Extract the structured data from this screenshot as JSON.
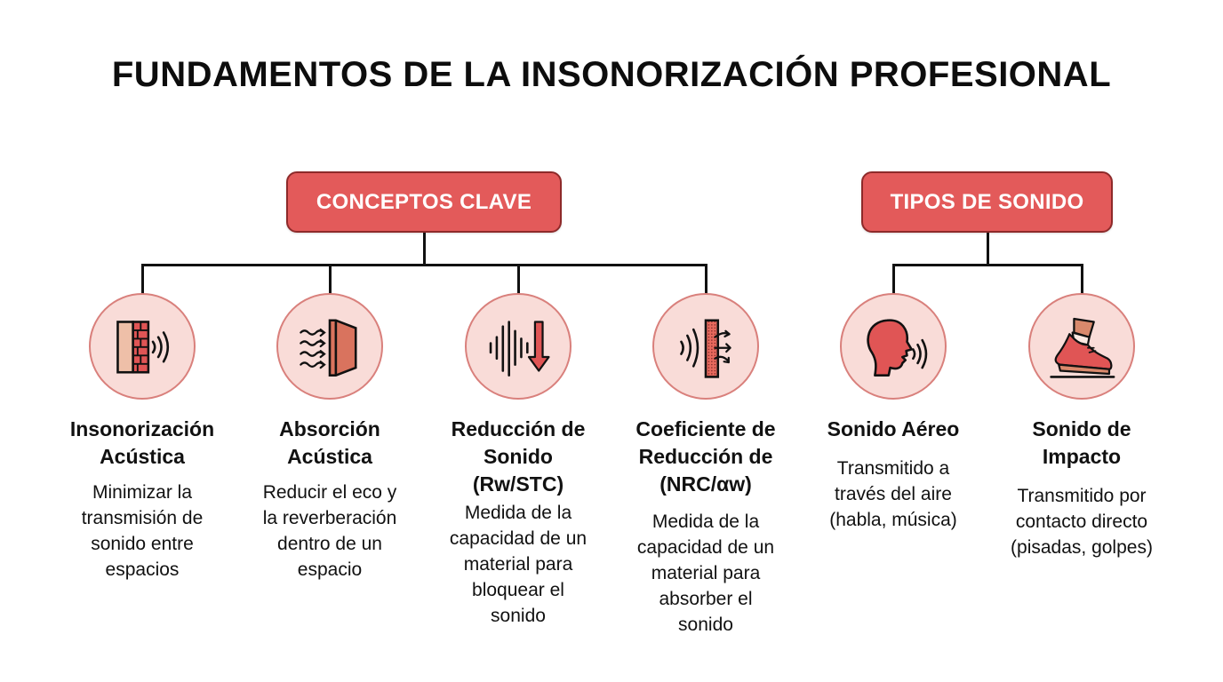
{
  "title": "FUNDAMENTOS DE LA INSONORIZACIÓN PROFESIONAL",
  "colors": {
    "category_box_fill": "#e35a5a",
    "category_box_border": "#8e2a2a",
    "circle_fill": "#f9dcd8",
    "circle_border": "#d9807c",
    "icon_red": "#e05555",
    "connector": "#111111"
  },
  "categories": [
    {
      "label": "CONCEPTOS CLAVE",
      "items": [
        {
          "icon": "brick-wall-sound-waves-icon",
          "heading": "Insonorización Acústica",
          "heading_lines": [
            "Insonorización",
            "Acústica"
          ],
          "description_lines": [
            "Minimizar la",
            "transmisión de",
            "sonido entre",
            "espacios"
          ]
        },
        {
          "icon": "wavy-arrows-panel-icon",
          "heading": "Absorción Acústica",
          "heading_lines": [
            "Absorción",
            "Acústica"
          ],
          "description_lines": [
            "Reducir el eco y",
            "la reverberación",
            "dentro de un",
            "espacio"
          ]
        },
        {
          "icon": "sound-wave-down-arrow-icon",
          "heading": "Reducción de Sonido (Rw/STC)",
          "heading_lines": [
            "Reducción de",
            "Sonido",
            "(Rw/STC)"
          ],
          "description_lines": [
            "Medida de la",
            "capacidad de un",
            "material para",
            "bloquear el",
            "sonido"
          ]
        },
        {
          "icon": "porous-panel-absorption-icon",
          "heading": "Coeficiente de Reducción de (NRC/αw)",
          "heading_lines": [
            "Coeficiente de",
            "Reducción de",
            "(NRC/αw)"
          ],
          "description_lines": [
            "Medida de la",
            "capacidad de un",
            "material para",
            "absorber el",
            "sonido"
          ]
        }
      ]
    },
    {
      "label": "TIPOS DE SONIDO",
      "items": [
        {
          "icon": "speaking-head-icon",
          "heading": "Sonido Aéreo",
          "heading_lines": [
            "Sonido Aéreo"
          ],
          "description_lines": [
            "Transmitido a",
            "través del aire",
            "(habla, música)"
          ]
        },
        {
          "icon": "footstep-shoe-icon",
          "heading": "Sonido de Impacto",
          "heading_lines": [
            "Sonido de",
            "Impacto"
          ],
          "description_lines": [
            "Transmitido por",
            "contacto directo",
            "(pisadas, golpes)"
          ]
        }
      ]
    }
  ]
}
